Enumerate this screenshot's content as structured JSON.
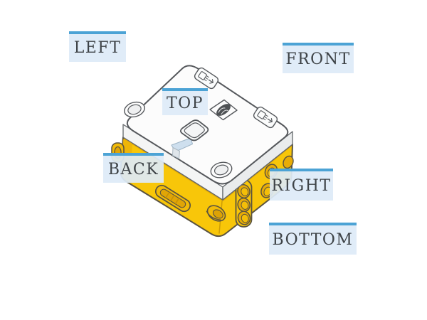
{
  "labels": {
    "left": "LEFT",
    "front": "FRONT",
    "top": "TOP",
    "back": "BACK",
    "right": "RIGHT",
    "bottom": "BOTTOM"
  },
  "label_style": {
    "background": "#DEEBF7",
    "bar_color": "#4CA3D5",
    "text_color": "#3E4347"
  },
  "illustration": {
    "name": "lego-hub-isometric-view",
    "parts": [
      "hub-top-face",
      "center-button",
      "lego-logo-badge",
      "connector-port-marker-front-left",
      "connector-port-marker-front-right",
      "corner-screw-hole-left",
      "corner-screw-hole-bottom",
      "blue-pull-tab",
      "yellow-body",
      "handle-slot",
      "speaker-horn",
      "corner-beam-pin-holes",
      "side-pin-holes"
    ],
    "colors": {
      "body_yellow": "#F8C609",
      "body_yellow_shade": "#E8AC06",
      "top_white": "#FCFCFC",
      "outline_dark": "#5A5340",
      "outline_gray": "#595D61",
      "tab_blue": "#CBDDEA"
    }
  }
}
